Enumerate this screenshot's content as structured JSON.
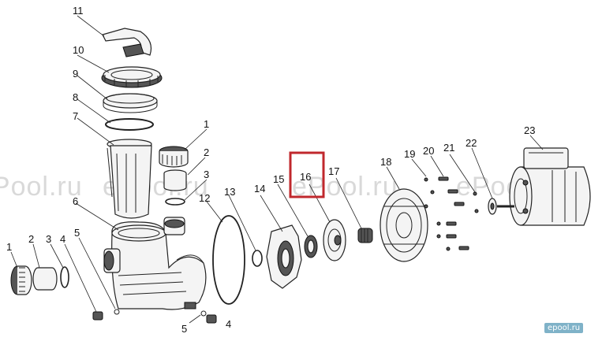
{
  "watermarks": [
    "ePool.ru",
    "ePool.ru",
    "ePool.ru",
    "ePool.ru"
  ],
  "corner_logo": "epool.ru",
  "highlight_color": "#c0282d",
  "callouts": [
    {
      "id": "c11",
      "label": "11"
    },
    {
      "id": "c10",
      "label": "10"
    },
    {
      "id": "c9",
      "label": "9"
    },
    {
      "id": "c8",
      "label": "8"
    },
    {
      "id": "c7",
      "label": "7"
    },
    {
      "id": "c1a",
      "label": "1"
    },
    {
      "id": "c2a",
      "label": "2"
    },
    {
      "id": "c3a",
      "label": "3"
    },
    {
      "id": "c6",
      "label": "6"
    },
    {
      "id": "c12",
      "label": "12"
    },
    {
      "id": "c13",
      "label": "13"
    },
    {
      "id": "c14",
      "label": "14"
    },
    {
      "id": "c15",
      "label": "15"
    },
    {
      "id": "c16",
      "label": "16"
    },
    {
      "id": "c17",
      "label": "17"
    },
    {
      "id": "c18",
      "label": "18"
    },
    {
      "id": "c19",
      "label": "19"
    },
    {
      "id": "c20",
      "label": "20"
    },
    {
      "id": "c21",
      "label": "21"
    },
    {
      "id": "c22",
      "label": "22"
    },
    {
      "id": "c23",
      "label": "23"
    },
    {
      "id": "c1b",
      "label": "1"
    },
    {
      "id": "c2b",
      "label": "2"
    },
    {
      "id": "c3b",
      "label": "3"
    },
    {
      "id": "c4a",
      "label": "4"
    },
    {
      "id": "c5a",
      "label": "5"
    },
    {
      "id": "c5b",
      "label": "5"
    },
    {
      "id": "c4b",
      "label": "4"
    }
  ]
}
